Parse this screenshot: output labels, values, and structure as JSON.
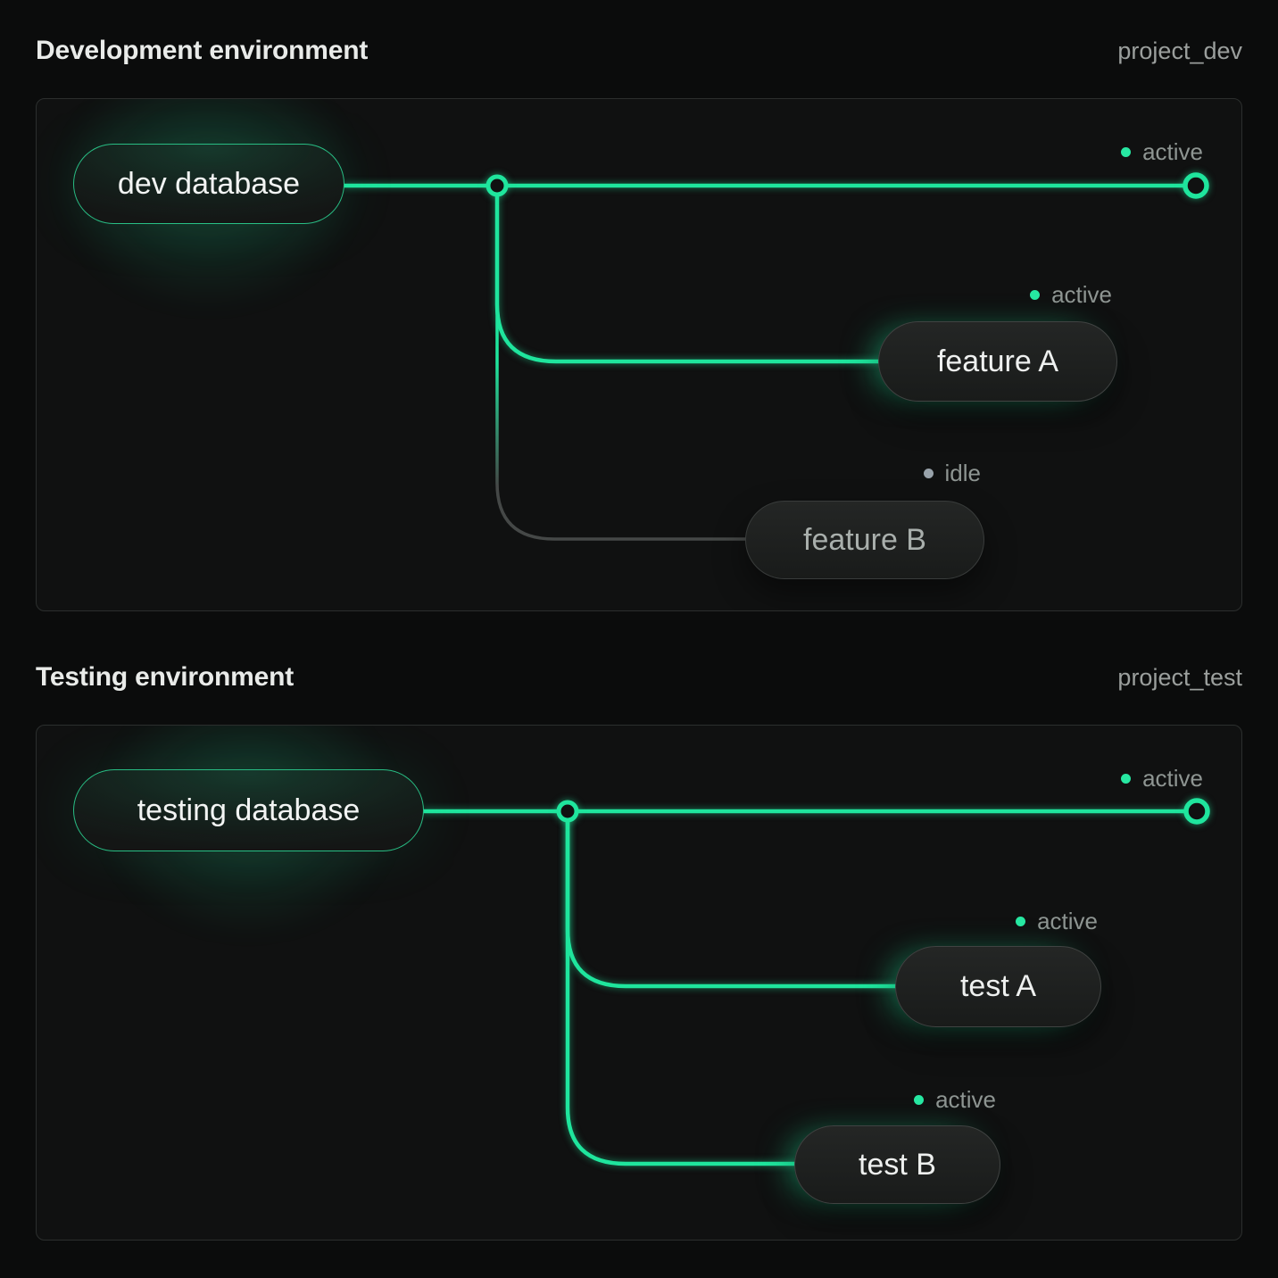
{
  "colors": {
    "accent_green": "#1fe59d",
    "idle_line_gray": "#454847",
    "status_text_gray": "#8e9592"
  },
  "dev": {
    "title": "Development environment",
    "project": "project_dev",
    "database": {
      "label": "dev database",
      "status": "active"
    },
    "branches": [
      {
        "label": "feature A",
        "status": "active"
      },
      {
        "label": "feature B",
        "status": "idle"
      }
    ]
  },
  "test": {
    "title": "Testing environment",
    "project": "project_test",
    "database": {
      "label": "testing database",
      "status": "active"
    },
    "branches": [
      {
        "label": "test A",
        "status": "active"
      },
      {
        "label": "test B",
        "status": "active"
      }
    ]
  }
}
